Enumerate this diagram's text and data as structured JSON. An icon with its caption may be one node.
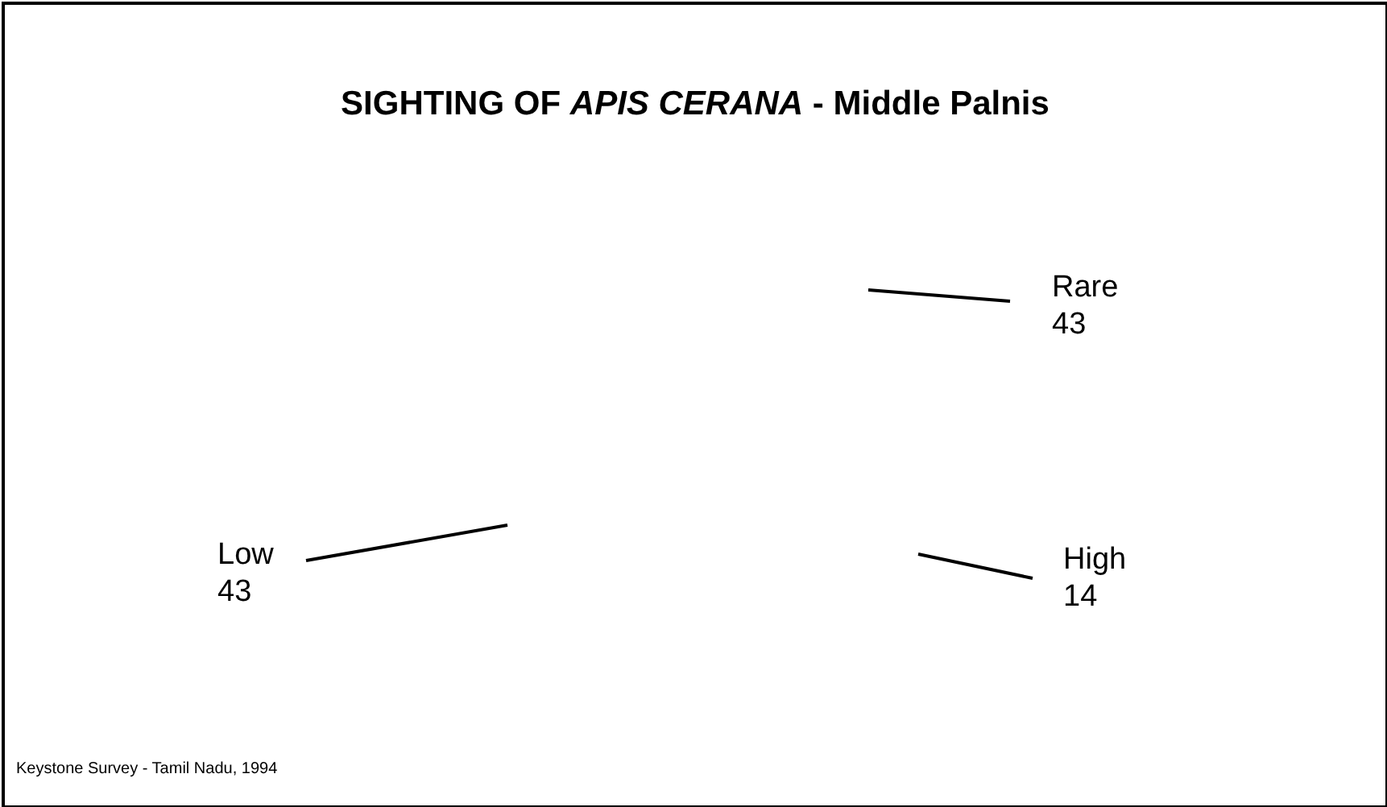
{
  "diagram": {
    "title": "SIGHTING OF *APIS CERANA* - Middle Palnis",
    "caption": "Keystone Survey - Tamil Nadu, 1994",
    "nodes": [
      {
        "text": [
          "Rare",
          "43"
        ]
      },
      {
        "text": [
          "Low",
          "43"
        ]
      },
      {
        "text": [
          "High",
          "14"
        ]
      }
    ],
    "edges": [
      {
        "from": 0,
        "to": null,
        "arrow": "none"
      },
      {
        "from": 1,
        "to": null,
        "arrow": "none"
      },
      {
        "from": 2,
        "to": null,
        "arrow": "none"
      }
    ]
  }
}
